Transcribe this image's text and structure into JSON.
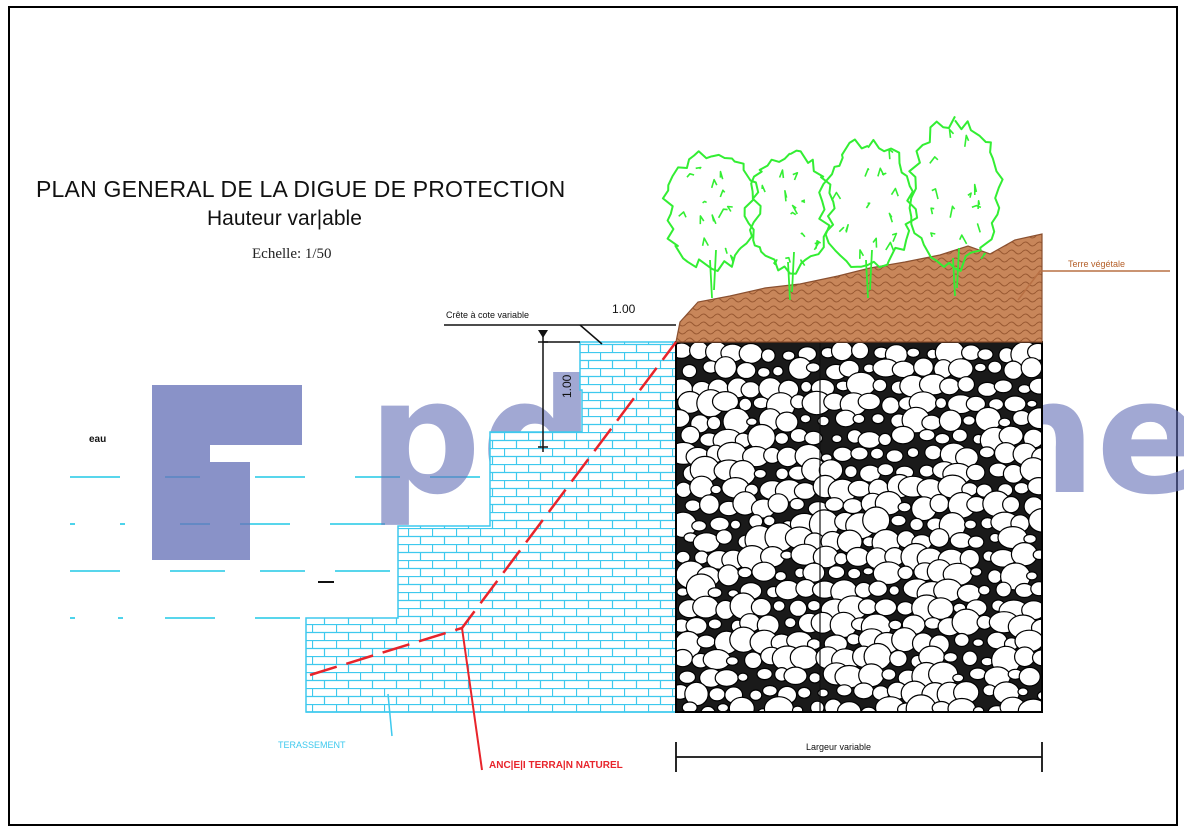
{
  "title": "PLAN GENERAL DE LA DIGUE DE PROTECTION",
  "subtitle": "Hauteur var|able",
  "scale": "Echelle: 1/50",
  "labels": {
    "crete": "Crête à cote variable",
    "dim_horizontal": "1.00",
    "dim_vertical": "1.00",
    "eau": "eau",
    "terre_vegetale": "Terre végétale",
    "terrassement": "TERASSEMENT",
    "ancien_terrain": "ANC|E|I TERRA|N NATUREL",
    "largeur": "Largeur variable"
  },
  "watermark": "pdfelement",
  "colors": {
    "brick": "#3ec9ee",
    "terrain": "#e8242b",
    "tree": "#33ee33",
    "soil": "#c27c52",
    "water": "#20c8e6",
    "watermark": "#6873b8"
  }
}
